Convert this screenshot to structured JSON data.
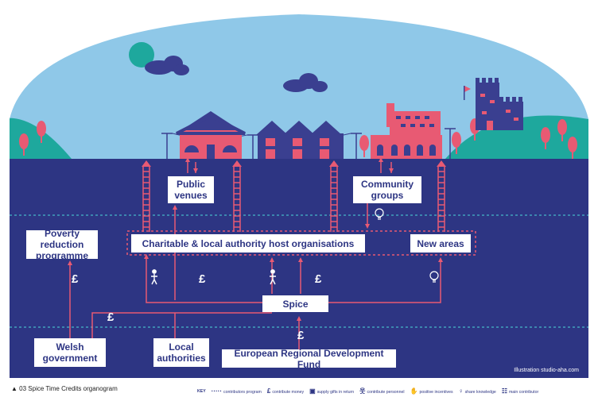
{
  "nodes": {
    "poverty": "Poverty reduction programme",
    "public_venues": "Public venues",
    "community_groups": "Community groups",
    "charitable": "Charitable & local authority host organisations",
    "new_areas": "New areas",
    "spice": "Spice",
    "welsh_gov": "Welsh government",
    "local_auth": "Local authorities",
    "erdf": "European Regional Development Fund"
  },
  "symbols": {
    "pound": "£"
  },
  "credit": "Illustration studio-aha.com",
  "caption": {
    "marker": "▲",
    "text": "03  Spice Time Credits organogram"
  },
  "key": {
    "title": "KEY",
    "items": [
      {
        "icon": "dotted-line",
        "label": "contributors program"
      },
      {
        "icon": "pound-icon",
        "label": "contribute money"
      },
      {
        "icon": "gift-icon",
        "label": "supply gifts in return"
      },
      {
        "icon": "person-icon",
        "label": "contribute personnel"
      },
      {
        "icon": "thumbs-up-icon",
        "label": "positive incentives"
      },
      {
        "icon": "lightbulb-icon",
        "label": "share knowledge"
      },
      {
        "icon": "ladder-icon",
        "label": "main contributor"
      }
    ]
  },
  "colors": {
    "sky": "#8fc8e8",
    "ground": "#2d3583",
    "accent": "#e85a73",
    "hill": "#1ea89d",
    "sun": "#1ea89d",
    "cloud": "#3a3f90",
    "dashed": "#45b7c8"
  }
}
